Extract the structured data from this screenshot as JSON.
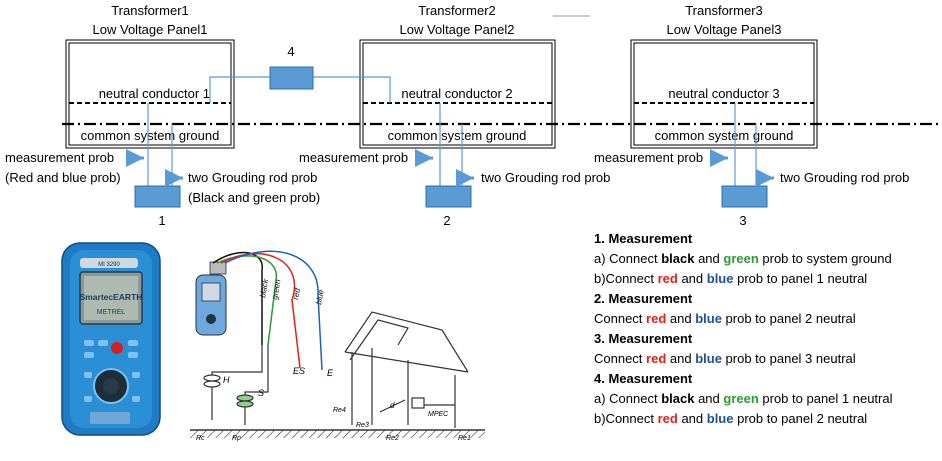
{
  "panels": [
    {
      "transformer": "Transformer1",
      "panel": "Low Voltage Panel1",
      "neutral": "neutral conductor 1",
      "ground": "common system ground",
      "probe_number": "1"
    },
    {
      "transformer": "Transformer2",
      "panel": "Low Voltage Panel2",
      "neutral": "neutral conductor 2",
      "ground": "common system ground",
      "probe_number": "2"
    },
    {
      "transformer": "Transformer3",
      "panel": "Low Voltage Panel3",
      "neutral": "neutral conductor 3",
      "ground": "common system ground",
      "probe_number": "3"
    }
  ],
  "link_label": "4",
  "measurement_prob": "measurement prob",
  "red_blue_prob": "(Red and blue prob)",
  "grounding_rod_prob": "two Grouding rod prob",
  "black_green_prob": "(Black and green prob)",
  "instructions": {
    "m1_title": "1. Measurement",
    "m1_a_pre": "a) Connect ",
    "m1_a_black": "black",
    "m1_a_and": " and ",
    "m1_a_green": "green",
    "m1_a_post": " prob to system ground",
    "m1_b_pre": "b)Connect ",
    "m1_b_red": "red",
    "m1_b_and": " and ",
    "m1_b_blue": "blue",
    "m1_b_post": " prob to  panel 1 neutral",
    "m2_title": "2. Measurement",
    "m2_pre": "Connect ",
    "m2_red": "red",
    "m2_and": " and ",
    "m2_blue": "blue",
    "m2_post": " prob to  panel 2 neutral",
    "m3_title": "3. Measurement",
    "m3_pre": "Connect ",
    "m3_red": "red",
    "m3_and": " and ",
    "m3_blue": "blue",
    "m3_post": " prob to  panel 3 neutral",
    "m4_title": "4. Measurement",
    "m4_a_pre": "a) Connect ",
    "m4_a_black": "black",
    "m4_a_and": " and ",
    "m4_a_green": "green",
    "m4_a_post": " prob to panel 1 neutral",
    "m4_b_pre": "b)Connect ",
    "m4_b_red": "red",
    "m4_b_and": " and ",
    "m4_b_blue": "blue",
    "m4_b_post": " prob to  panel 2 neutral"
  },
  "device": {
    "brand": "MI 3290",
    "model_name": "SmartecEARTH",
    "maker": "METREL"
  },
  "figure_labels": {
    "black": "black",
    "green": "green",
    "red": "red",
    "blue": "blue",
    "H": "H",
    "S": "S",
    "ES": "ES",
    "E": "E",
    "Rc": "Rc",
    "Rp": "Rp",
    "Re1": "Re1",
    "Re2": "Re2",
    "Re3": "Re3",
    "Re4": "Re4",
    "d": "d",
    "MPEC": "MPEC"
  },
  "colors": {
    "probe_box": "#5b9bd5",
    "probe_box_border": "#2e6da4",
    "wire": "#5b9bd5",
    "device_body": "#2b8fd6",
    "red_wire": "#e0201a",
    "green_wire": "#2e9b33",
    "blue_wire": "#1f5fbf"
  }
}
